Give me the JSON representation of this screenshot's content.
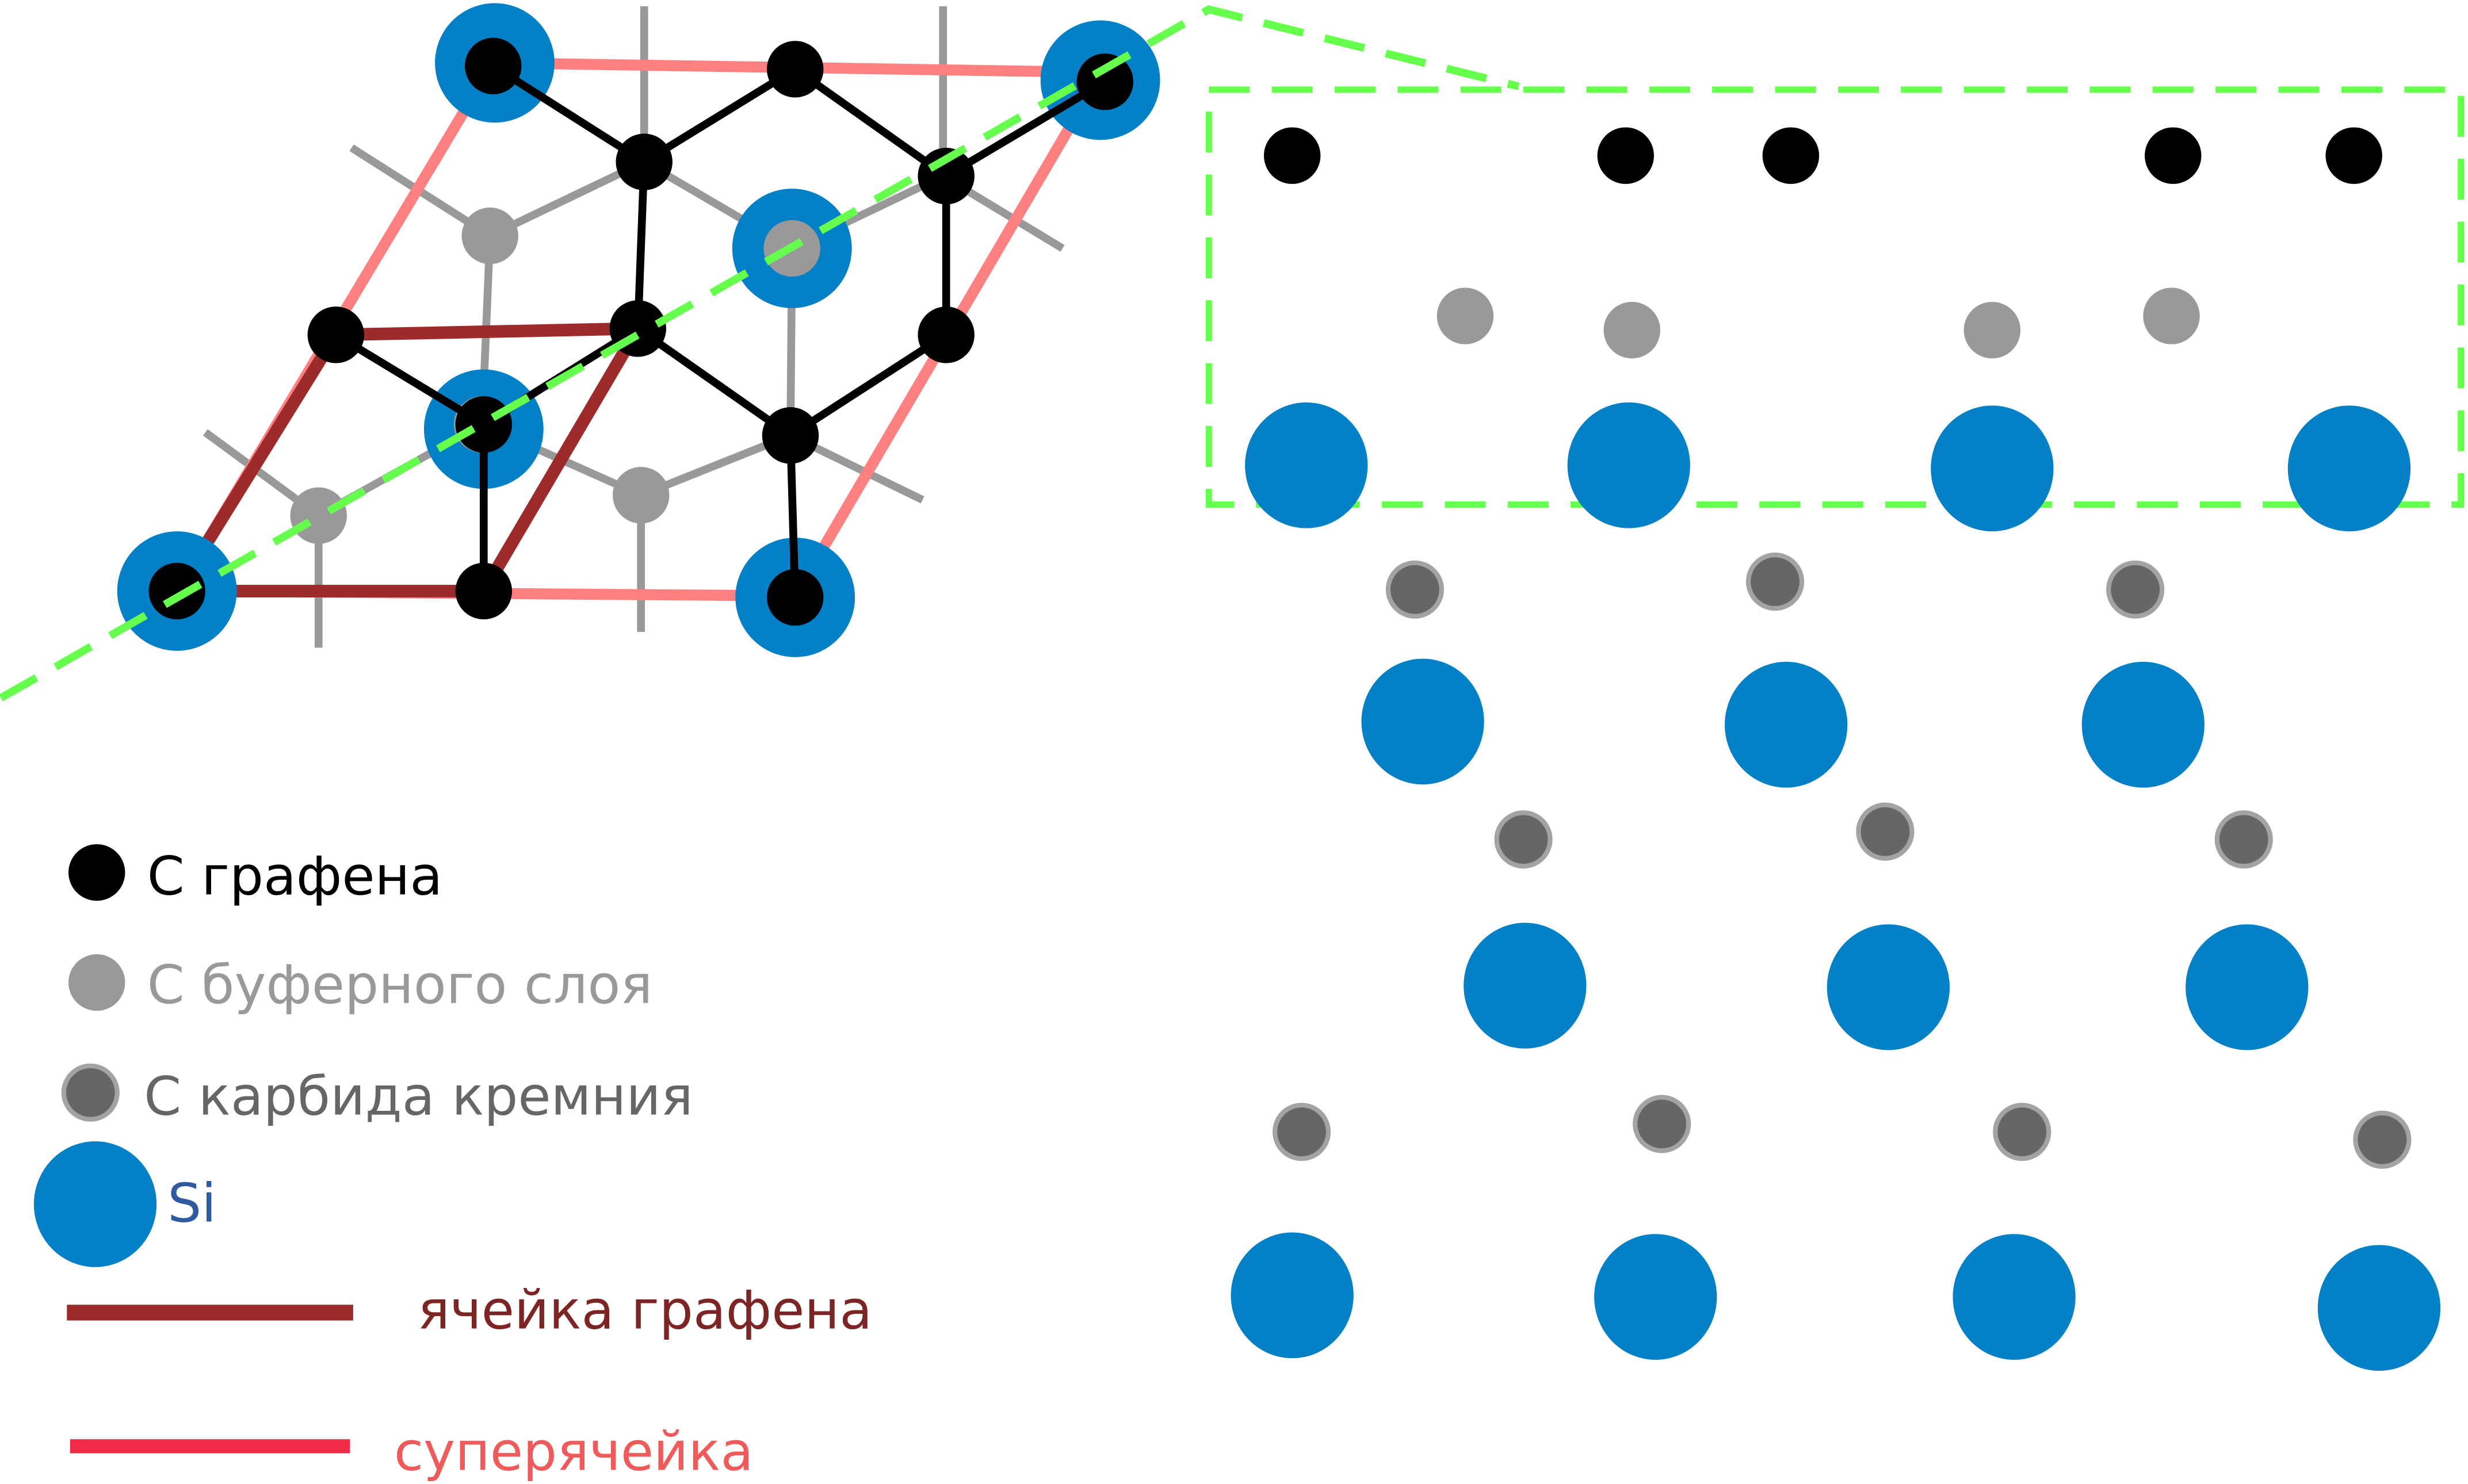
{
  "legend": {
    "graphene_carbon": "С графена",
    "buffer_carbon": "С буферного слоя",
    "sic_carbon": "С карбида кремния",
    "silicon": "Si",
    "graphene_cell": "ячейка графена",
    "supercell": "суперячейка"
  },
  "colors": {
    "graphene_carbon": "#000000",
    "buffer_carbon": "#999999",
    "sic_carbon": "#666666",
    "silicon": "#0480c6",
    "graphene_cell_line": "#9e2b2b",
    "supercell_line": "#ff8080",
    "legend_supercell_line": "#ef2b45",
    "cut_line": "#66ff4d",
    "graphene_cell_text": "#7d2424",
    "supercell_text": "#ef5a5a",
    "silicon_text": "#2f5aa0",
    "buffer_text": "#999999",
    "sic_text": "#666666"
  }
}
